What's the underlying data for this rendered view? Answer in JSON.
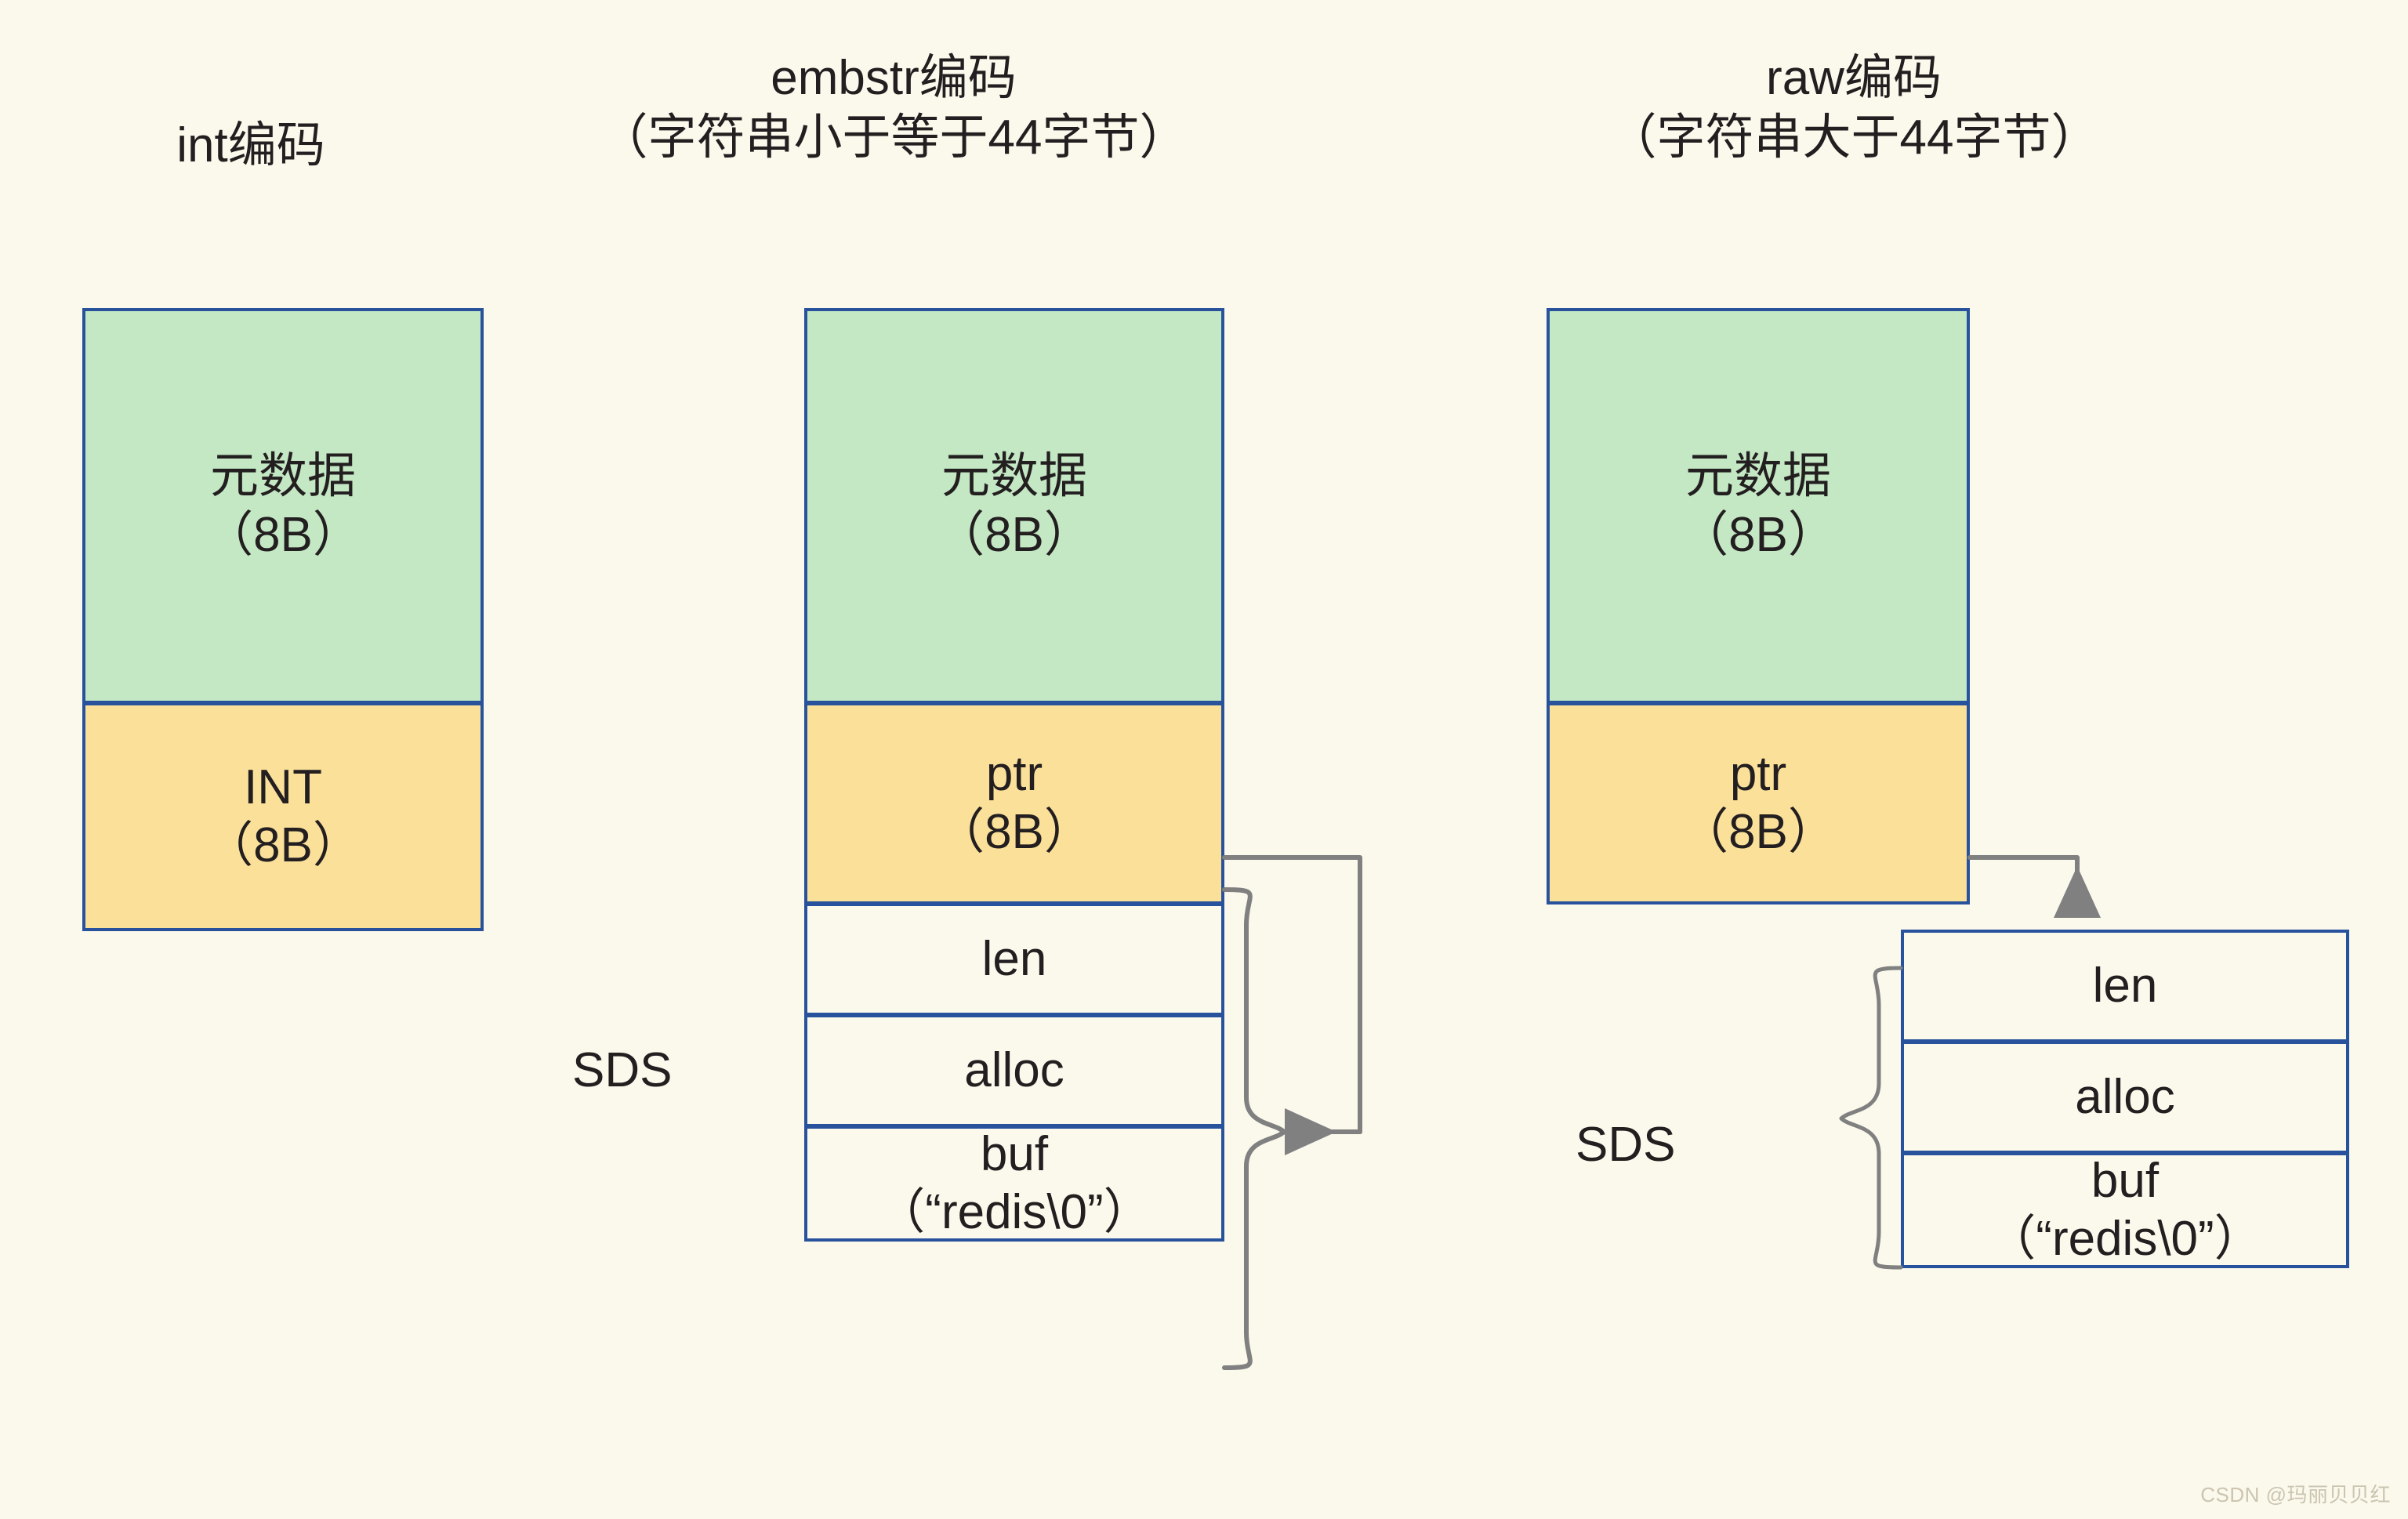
{
  "headings": {
    "int": {
      "line1": "int编码",
      "line2": ""
    },
    "embstr": {
      "line1": "embstr编码",
      "line2": "（字符串小于等于44字节）"
    },
    "raw": {
      "line1": "raw编码",
      "line2": "（字符串大于44字节）"
    }
  },
  "columns": {
    "int": {
      "meta_label": "元数据",
      "meta_size": "（8B）",
      "value_label": "INT",
      "value_size": "（8B）"
    },
    "embstr": {
      "meta_label": "元数据",
      "meta_size": "（8B）",
      "ptr_label": "ptr",
      "ptr_size": "（8B）",
      "sds_label": "SDS",
      "len_label": "len",
      "alloc_label": "alloc",
      "buf_label": "buf",
      "buf_value": "（“redis\\0”）"
    },
    "raw": {
      "meta_label": "元数据",
      "meta_size": "（8B）",
      "ptr_label": "ptr",
      "ptr_size": "（8B）",
      "sds_label": "SDS",
      "len_label": "len",
      "alloc_label": "alloc",
      "buf_label": "buf",
      "buf_value": "（“redis\\0”）"
    }
  },
  "watermark": "CSDN @玛丽贝贝红",
  "colors": {
    "background": "#fbf8ec",
    "box_border": "#28539c",
    "metadata_fill": "#c4e7c4",
    "pointer_fill": "#fbe09a",
    "plain_fill": "#fbf8ec",
    "connector": "#808080",
    "text": "#231f20",
    "watermark": "#cbc5b0"
  }
}
